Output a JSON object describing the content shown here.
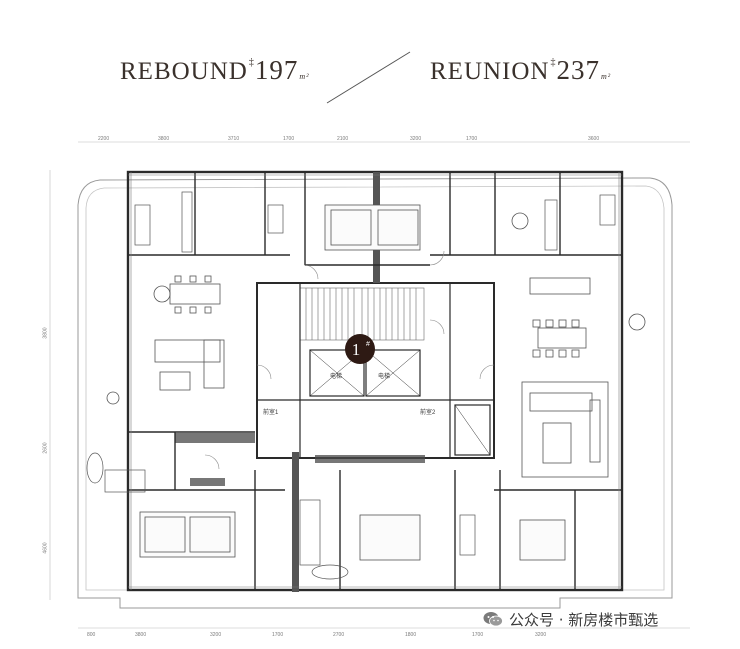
{
  "titles": {
    "left": {
      "name": "REBOUND",
      "sup": "‡",
      "area": "197",
      "unit": "m²"
    },
    "right": {
      "name": "REUNION",
      "sup": "‡",
      "area": "237",
      "unit": "m²"
    }
  },
  "dimensions": {
    "top": [
      "2200",
      "3800",
      "3710",
      "1700",
      "2100",
      "3200",
      "1700",
      "3600"
    ],
    "bottom": [
      "800",
      "3800",
      "3200",
      "1700",
      "2700",
      "1800",
      "1700",
      "3200"
    ],
    "left": [
      "3800",
      "2600",
      "4600"
    ]
  },
  "plan_labels": {
    "building_no": "1",
    "building_mark": "#",
    "elevator_1": "电梯",
    "elevator_2": "电梯",
    "lobby_1": "前室1",
    "lobby_2": "前室2"
  },
  "watermark": {
    "text": "公众号 · 新房楼市甄选",
    "icon": "wechat-icon"
  },
  "colors": {
    "wall": "#2a2a2a",
    "shaft": "#555555",
    "badge": "#2e1a14",
    "line": "#6a6a6a"
  }
}
